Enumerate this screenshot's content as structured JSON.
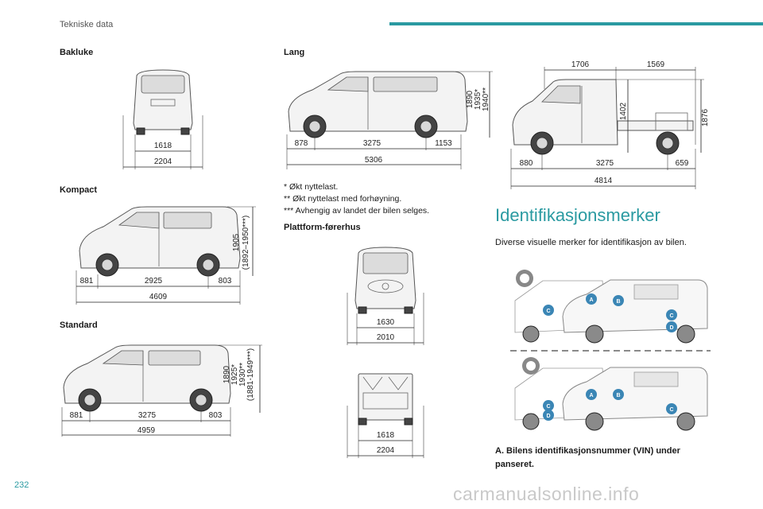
{
  "header": {
    "chapter": "Tekniske data"
  },
  "page_number": "232",
  "watermark": "carmanualsonline.info",
  "colors": {
    "accent": "#2a9aa1",
    "badge": "#3b86b5"
  },
  "sections": {
    "bakluke": {
      "label": "Bakluke",
      "width_mirrors_folded": "1618",
      "width_mirrors_out": "2204"
    },
    "kompact": {
      "label": "Kompact",
      "front_overhang": "881",
      "wheelbase": "2925",
      "rear_overhang": "803",
      "length": "4609",
      "height_1": "1905",
      "height_2": "(1892–1950***)"
    },
    "standard": {
      "label": "Standard",
      "front_overhang": "881",
      "wheelbase": "3275",
      "rear_overhang": "803",
      "length": "4959",
      "height_1": "1890",
      "height_2": "1925*",
      "height_3": "1930**",
      "height_4": "(1881-1949***)"
    },
    "lang": {
      "label": "Lang",
      "front_overhang": "878",
      "wheelbase": "3275",
      "rear_overhang": "1153",
      "length": "5306",
      "height_1": "1890",
      "height_2": "1935*",
      "height_3": "1940**"
    },
    "plattform": {
      "label": "Plattform-førerhus",
      "front_width_1": "1630",
      "front_width_2": "2010",
      "rear_width_1": "1618",
      "rear_width_2": "2204"
    },
    "chassis": {
      "top_1": "1706",
      "top_2": "1569",
      "platform_height": "1402",
      "total_height": "1876",
      "front_overhang": "880",
      "wheelbase": "3275",
      "rear_overhang": "659",
      "length": "4814"
    }
  },
  "notes": [
    "* Økt nyttelast.",
    "** Økt nyttelast med forhøyning.",
    "*** Avhengig av landet der bilen selges."
  ],
  "identification": {
    "title": "Identifikasjonsmerker",
    "intro": "Diverse visuelle merker for identifikasjon av bilen.",
    "badges": [
      "A",
      "B",
      "C",
      "D"
    ],
    "caption": "A. Bilens identifikasjonsnummer (VIN) under panseret."
  }
}
